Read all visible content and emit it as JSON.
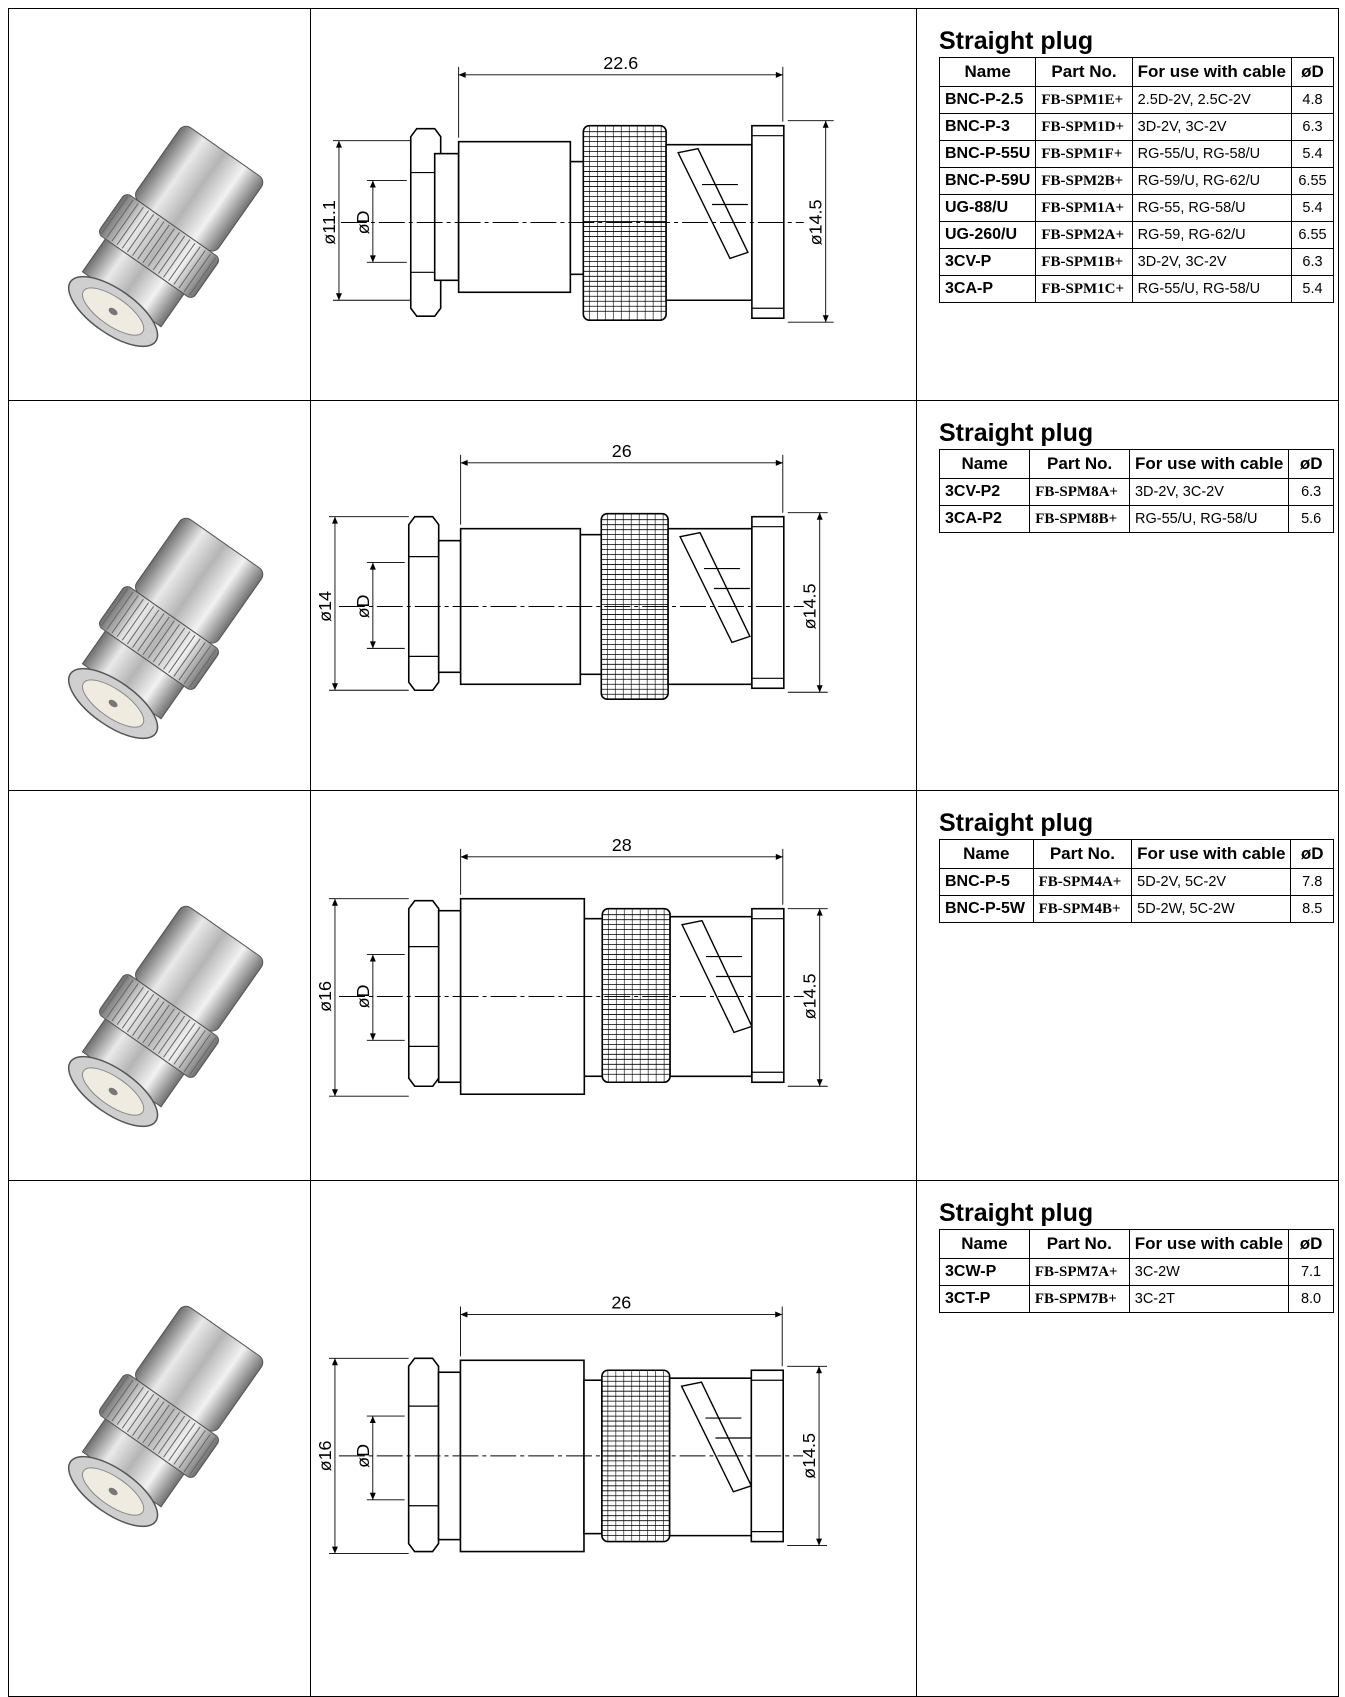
{
  "sections": [
    {
      "title": "Straight plug",
      "headers": [
        "Name",
        "Part No.",
        "For use with cable",
        "øD"
      ],
      "rows": [
        [
          "BNC-P-2.5",
          "FB-SPM1E+",
          "2.5D-2V, 2.5C-2V",
          "4.8"
        ],
        [
          "BNC-P-3",
          "FB-SPM1D+",
          "3D-2V, 3C-2V",
          "6.3"
        ],
        [
          "BNC-P-55U",
          "FB-SPM1F+",
          "RG-55/U, RG-58/U",
          "5.4"
        ],
        [
          "BNC-P-59U",
          "FB-SPM2B+",
          "RG-59/U, RG-62/U",
          "6.55"
        ],
        [
          "UG-88/U",
          "FB-SPM1A+",
          "RG-55, RG-58/U",
          "5.4"
        ],
        [
          "UG-260/U",
          "FB-SPM2A+",
          "RG-59, RG-62/U",
          "6.55"
        ],
        [
          "3CV-P",
          "FB-SPM1B+",
          "3D-2V, 3C-2V",
          "6.3"
        ],
        [
          "3CA-P",
          "FB-SPM1C+",
          "RG-55/U, RG-58/U",
          "5.4"
        ]
      ],
      "dims": {
        "length": "22.6",
        "body_dia": "ø11.1",
        "cable_dia": "øD",
        "plug_dia": "ø14.5"
      }
    },
    {
      "title": "Straight plug",
      "headers": [
        "Name",
        "Part No.",
        "For use with cable",
        "øD"
      ],
      "rows": [
        [
          "3CV-P2",
          "FB-SPM8A+",
          "3D-2V, 3C-2V",
          "6.3"
        ],
        [
          "3CA-P2",
          "FB-SPM8B+",
          "RG-55/U, RG-58/U",
          "5.6"
        ]
      ],
      "dims": {
        "length": "26",
        "body_dia": "ø14",
        "cable_dia": "øD",
        "plug_dia": "ø14.5"
      }
    },
    {
      "title": "Straight plug",
      "headers": [
        "Name",
        "Part No.",
        "For use with cable",
        "øD"
      ],
      "rows": [
        [
          "BNC-P-5",
          "FB-SPM4A+",
          "5D-2V, 5C-2V",
          "7.8"
        ],
        [
          "BNC-P-5W",
          "FB-SPM4B+",
          "5D-2W, 5C-2W",
          "8.5"
        ]
      ],
      "dims": {
        "length": "28",
        "body_dia": "ø16",
        "cable_dia": "øD",
        "plug_dia": "ø14.5"
      }
    },
    {
      "title": "Straight plug",
      "headers": [
        "Name",
        "Part No.",
        "For use with cable",
        "øD"
      ],
      "rows": [
        [
          "3CW-P",
          "FB-SPM7A+",
          "3C-2W",
          "7.1"
        ],
        [
          "3CT-P",
          "FB-SPM7B+",
          "3C-2T",
          "8.0"
        ]
      ],
      "dims": {
        "length": "26",
        "body_dia": "ø16",
        "cable_dia": "øD",
        "plug_dia": "ø14.5"
      }
    }
  ],
  "colors": {
    "line": "#000000",
    "metal_dark": "#5a5a5a",
    "metal_mid": "#a8a8a8",
    "metal_light": "#e8e8e8",
    "insulator": "#f0ebe0"
  }
}
